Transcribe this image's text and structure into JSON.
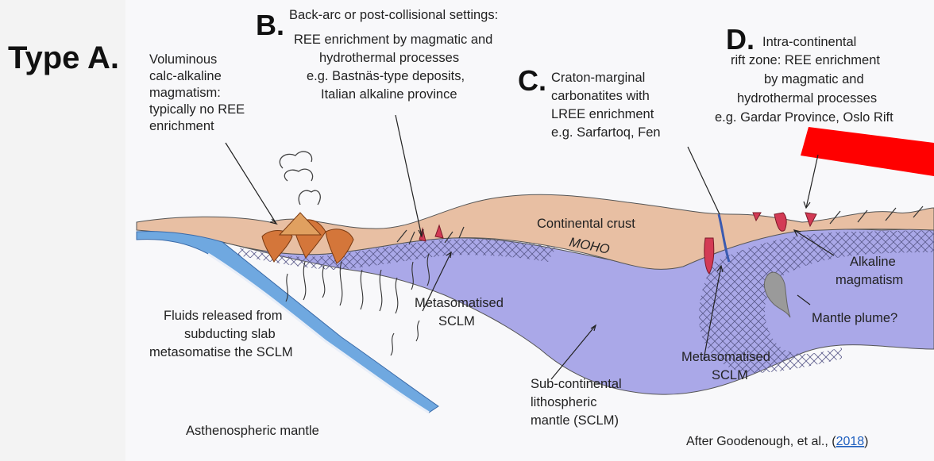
{
  "heading": "Type A.",
  "labels": {
    "a": [
      "Voluminous",
      "calc-alkaline",
      "magmatism:",
      "typically no REE",
      "enrichment"
    ],
    "b_letter": "B.",
    "b": [
      "Back-arc or post-collisional settings:",
      "REE enrichment by magmatic and",
      "hydrothermal processes",
      "e.g. Bastnäs-type deposits,",
      "Italian alkaline province"
    ],
    "c_letter": "C.",
    "c": [
      "Craton-marginal",
      "carbonatites with",
      "LREE enrichment",
      "e.g. Sarfartoq, Fen"
    ],
    "d_letter": "D.",
    "d_first": "Intra-continental",
    "d": [
      "rift zone: REE enrichment",
      "by magmatic and",
      "hydrothermal processes",
      "e.g. Gardar Province, Oslo Rift"
    ],
    "continental_crust": "Continental crust",
    "moho": "MOHO",
    "alkaline": [
      "Alkaline",
      "magmatism"
    ],
    "plume": "Mantle plume?",
    "metaso_left": [
      "Metasomatised",
      "SCLM"
    ],
    "metaso_right": [
      "Metasomatised",
      "SCLM"
    ],
    "fluids": [
      "Fluids released from",
      "subducting slab",
      "metasomatise the SCLM"
    ],
    "sclm": [
      "Sub-continental",
      "lithospheric",
      "mantle (SCLM)"
    ],
    "astheno": "Asthenospheric mantle"
  },
  "citation": {
    "prefix": "After Goodenough,  et al., (",
    "year": "2018",
    "suffix": ")"
  },
  "colors": {
    "crust": "#e8bfa3",
    "sclm": "#aaa8e8",
    "slab": "#6fa8e0",
    "magma": "#d4763a",
    "rift_intrusion": "#d33a55",
    "plume": "#9a9a9a",
    "red_bar": "#ff0000"
  }
}
